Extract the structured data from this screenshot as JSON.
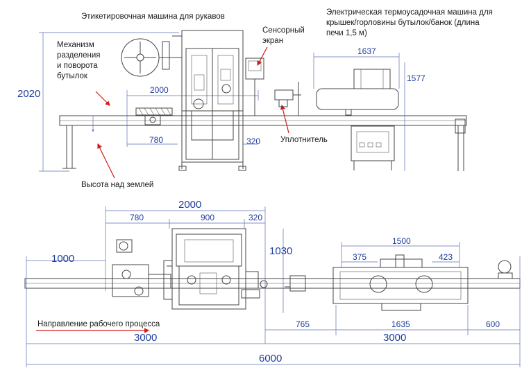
{
  "labels": {
    "sleeve_labeler": "Этикетировочная машина для рукавов",
    "shrink_line1": "Электрическая термоусадочная машина для",
    "shrink_line2": "крышек/горловины бутылок/банок (длина",
    "shrink_line3": "печи 1,5 м)",
    "touch_line1": "Сенсорный",
    "touch_line2": "экран",
    "mech_line1": "Механизм",
    "mech_line2": "разделения",
    "mech_line3": "и поворота",
    "mech_line4": "бутылок",
    "sealer": "Уплотнитель",
    "ground_height": "Высота над землей",
    "flow_direction": "Направление рабочего процесса"
  },
  "dimensions_front": {
    "height_total": "2020",
    "labeler_length": "2000",
    "labeler_part_a": "780",
    "labeler_part_b": "320",
    "oven_length": "1637",
    "oven_height": "1577"
  },
  "dimensions_top": {
    "labeler_length": "2000",
    "part_a": "780",
    "part_b": "900",
    "part_c": "320",
    "width": "1030",
    "infeed": "1000",
    "oven_length": "1500",
    "oven_inner_left": "375",
    "oven_inner_right": "423",
    "gap": "765",
    "oven_body": "1635",
    "outfeed": "600",
    "half_left": "3000",
    "half_right": "3000",
    "total": "6000"
  },
  "colors": {
    "dimension": "#1f3d9e",
    "arrow": "#d41a1a",
    "machine": "#444444"
  }
}
